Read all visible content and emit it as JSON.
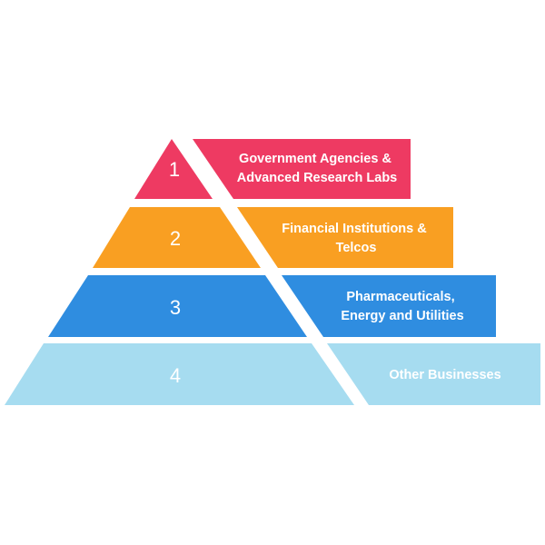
{
  "tiers": [
    {
      "number": "1",
      "label_lines": [
        "Government Agencies &",
        "Advanced Research Labs"
      ],
      "color": "#ee3a62"
    },
    {
      "number": "2",
      "label_lines": [
        "Financial Institutions &",
        "Telcos"
      ],
      "color": "#f99f22"
    },
    {
      "number": "3",
      "label_lines": [
        "Pharmaceuticals,",
        "Energy and Utilities"
      ],
      "color": "#2f8de0"
    },
    {
      "number": "4",
      "label_lines": [
        "Other Businesses"
      ],
      "color": "#a6dcf0"
    }
  ]
}
